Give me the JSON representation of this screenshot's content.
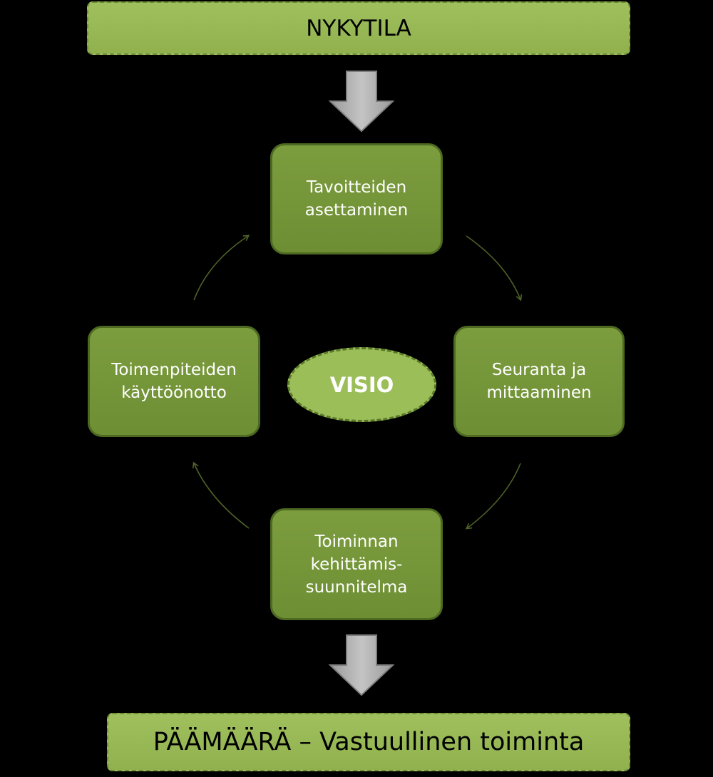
{
  "top_banner": {
    "label": "NYKYTILA"
  },
  "bottom_banner": {
    "label": "PÄÄMÄÄRÄ – Vastuullinen toiminta"
  },
  "center": {
    "label": "VISIO"
  },
  "steps": {
    "top": {
      "line1": "Tavoitteiden",
      "line2": "asettaminen"
    },
    "right": {
      "line1": "Seuranta ja",
      "line2": "mittaaminen"
    },
    "bottom": {
      "line1": "Toiminnan",
      "line2": "kehittämis-",
      "line3": "suunnitelma"
    },
    "left": {
      "line1": "Toimenpiteiden",
      "line2": "käyttöönotto"
    }
  },
  "colors": {
    "banner": "#9bbb59",
    "step_box": "#76923c",
    "center_ellipse": "#9bbb59",
    "flow_arrow": "#a6a6a6",
    "cycle_arrow": "#4f6228"
  }
}
